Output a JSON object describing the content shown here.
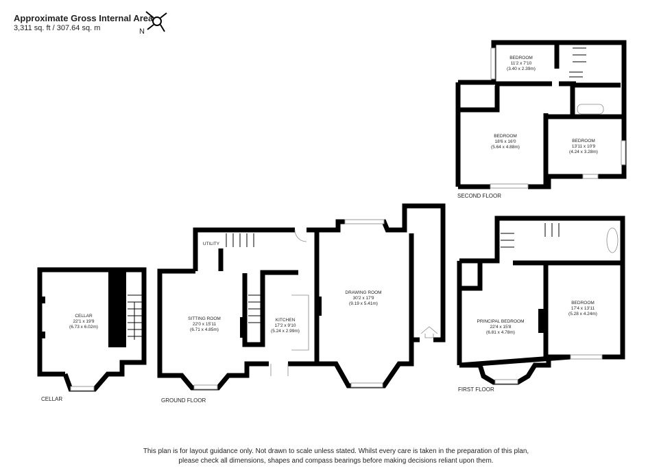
{
  "header": {
    "title": "Approximate Gross Internal Area",
    "area": "3,311 sq. ft / 307.64 sq. m",
    "compass_label": "N"
  },
  "floors": {
    "cellar": {
      "label": "CELLAR",
      "rooms": [
        {
          "name": "CELLAR",
          "imperial": "22'1 x 19'9",
          "metric": "(6.73 x 6.02m)"
        }
      ]
    },
    "ground": {
      "label": "GROUND FLOOR",
      "rooms": [
        {
          "name": "SITTING ROOM",
          "imperial": "22'0 x 15'11",
          "metric": "(6.71 x 4.85m)"
        },
        {
          "name": "KITCHEN",
          "imperial": "17'2 x 9'10",
          "metric": "(5.24 x 2.99m)"
        },
        {
          "name": "DRAWING ROOM",
          "imperial": "30'2 x 17'9",
          "metric": "(9.19 x 5.41m)"
        },
        {
          "name": "UTILITY"
        }
      ]
    },
    "first": {
      "label": "FIRST FLOOR",
      "rooms": [
        {
          "name": "PRINCIPAL BEDROOM",
          "imperial": "22'4 x 15'8",
          "metric": "(6.81 x 4.78m)"
        },
        {
          "name": "BEDROOM",
          "imperial": "17'4 x 13'11",
          "metric": "(5.28 x 4.24m)"
        }
      ]
    },
    "second": {
      "label": "SECOND FLOOR",
      "rooms": [
        {
          "name": "BEDROOM",
          "imperial": "11'2 x 7'10",
          "metric": "(3.40 x 2.39m)"
        },
        {
          "name": "BEDROOM",
          "imperial": "18'6 x 16'0",
          "metric": "(5.64 x 4.88m)"
        },
        {
          "name": "BEDROOM",
          "imperial": "13'11 x 10'9",
          "metric": "(4.24 x 3.28m)"
        }
      ]
    }
  },
  "disclaimer": {
    "line1": "This plan is for layout guidance only.  Not drawn to scale unless stated. Whilst every care is taken in the preparation of this plan,",
    "line2": "please check all dimensions, shapes and compass bearings before making decisions reliant upon them."
  }
}
